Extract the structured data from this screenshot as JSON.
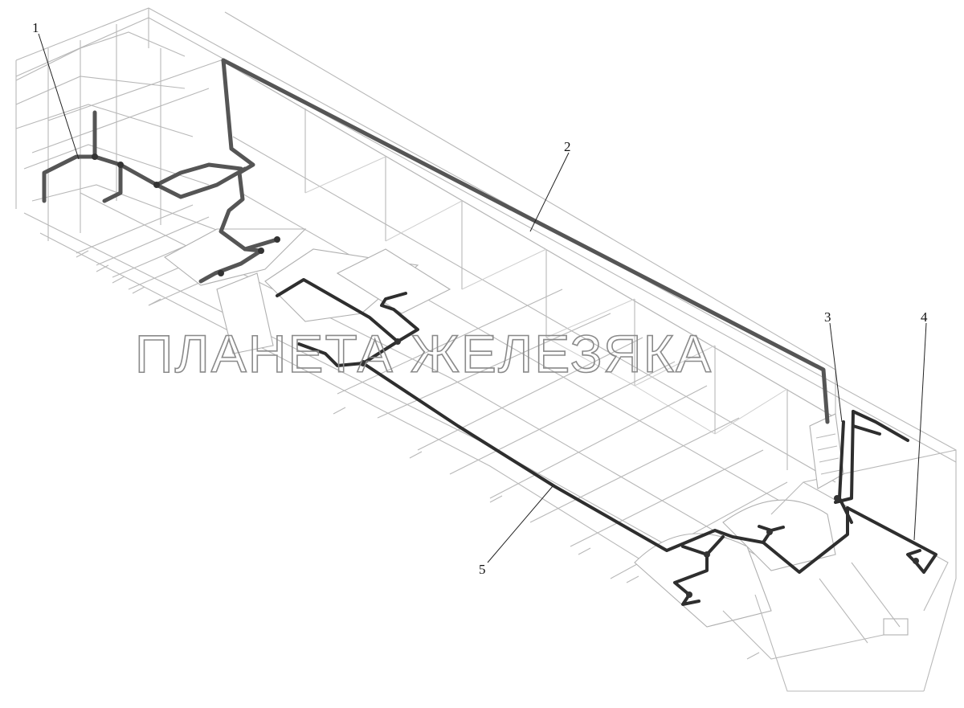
{
  "callouts": [
    {
      "id": "1",
      "label": "1"
    },
    {
      "id": "2",
      "label": "2"
    },
    {
      "id": "3",
      "label": "3"
    },
    {
      "id": "4",
      "label": "4"
    },
    {
      "id": "5",
      "label": "5"
    }
  ],
  "watermark": "ПЛАНЕТА ЖЕЛЕЗЯКА",
  "colors": {
    "frame": "#b8b8b8",
    "harness": "#2e2e2e",
    "background": "#ffffff"
  }
}
